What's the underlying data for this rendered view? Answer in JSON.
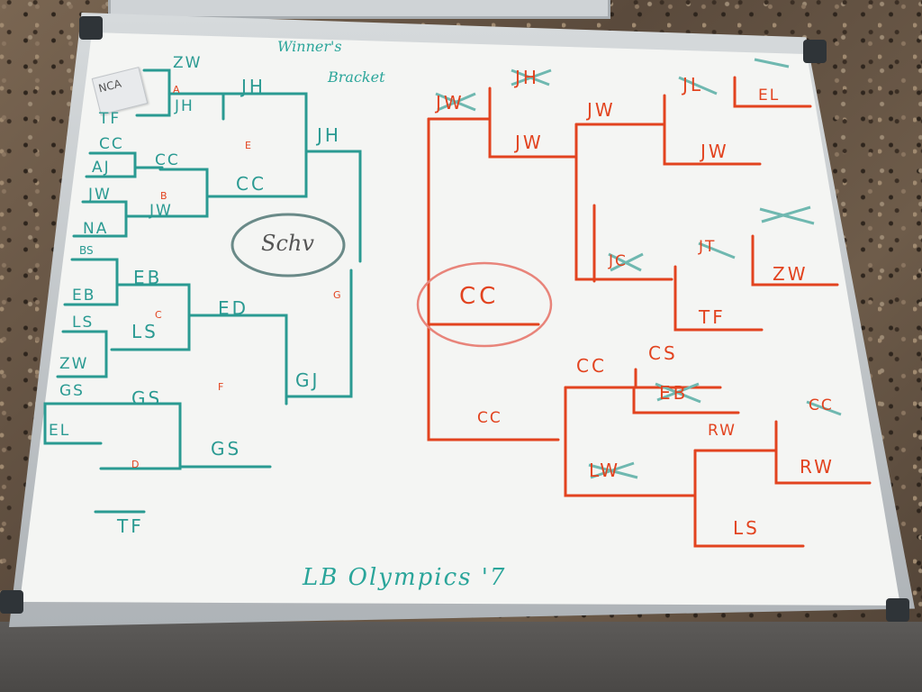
{
  "board": {
    "title_line1": "Winner's",
    "title_line2": "Bracket",
    "footer": "LB Olympics '7",
    "circled_left": "Schv",
    "circled_right": "CC"
  },
  "teal": {
    "r1": [
      "ZW",
      "TF",
      "CC",
      "AJ",
      "JW",
      "NA",
      "BS",
      "EB",
      "LS",
      "ZW",
      "GS",
      "EL"
    ],
    "r2": [
      "JH",
      "CC",
      "JW",
      "EB",
      "LS",
      "GS",
      "TF"
    ],
    "r3": [
      "JH",
      "CC",
      "ED",
      "GS"
    ],
    "r4": [
      "JH",
      "GJ"
    ],
    "game_labels": [
      "A",
      "B",
      "C",
      "D",
      "E",
      "F",
      "G"
    ],
    "sticker": "NCA"
  },
  "red": {
    "names": [
      "JW",
      "JH",
      "JW",
      "JW",
      "JL",
      "EL",
      "JW",
      "JC",
      "JT",
      "ZW",
      "TF",
      "CC",
      "CC",
      "CS",
      "EB",
      "RW",
      "RW",
      "CC",
      "LW",
      "LS"
    ]
  },
  "colors": {
    "teal_ink": "#2a9a92",
    "red_ink": "#e2431f",
    "board": "#f4f5f3"
  }
}
